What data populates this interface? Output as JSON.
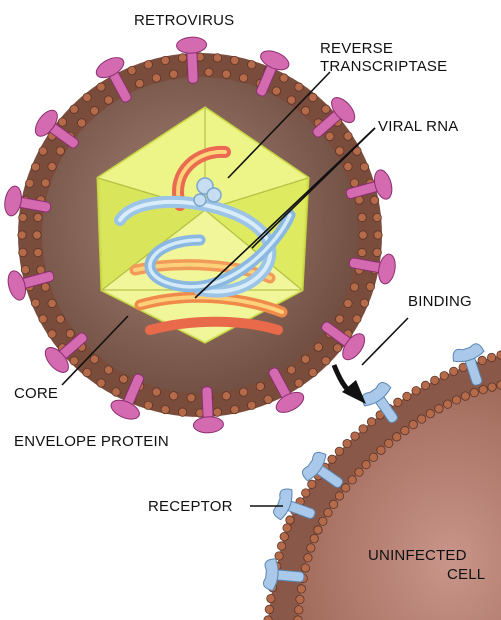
{
  "labels": {
    "retrovirus": "RETROVIRUS",
    "reverse_transcriptase_line1": "REVERSE",
    "reverse_transcriptase_line2": "TRANSCRIPTASE",
    "viral_rna": "VIRAL RNA",
    "binding": "BINDING",
    "core": "CORE",
    "envelope_protein": "ENVELOPE PROTEIN",
    "receptor": "RECEPTOR",
    "uninfected_cell_line1": "UNINFECTED",
    "uninfected_cell_line2": "CELL"
  },
  "colors": {
    "membrane_bead": "#b56a4a",
    "membrane_fill": "#7a4a3a",
    "virus_interior": "#8a6a5e",
    "envelope_protein": "#d46ab0",
    "receptor": "#a9c8ea",
    "core_fill": "#e8f26a",
    "cell_fill": "#b07e6c",
    "rna_orange": "#f08a4a",
    "rna_blue": "#9cc4e6"
  }
}
